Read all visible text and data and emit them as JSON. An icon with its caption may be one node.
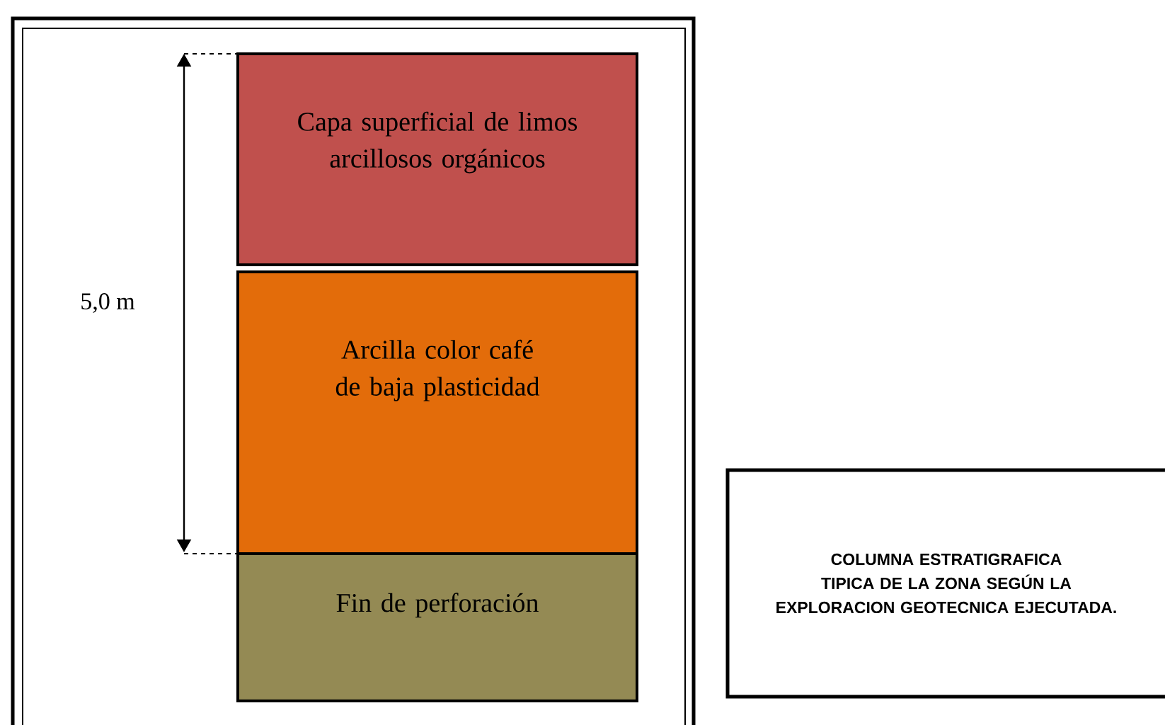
{
  "diagram": {
    "nodes": [
      {
        "text": [
          "Capa superficial de limos arcillosos orgánicos"
        ]
      },
      {
        "text": [
          "Arcilla color café de baja plasticidad"
        ]
      },
      {
        "text": [
          "Fin de perforación"
        ]
      },
      {
        "text": [
          "COLUMNA ESTRATIGRAFICA TIPICA DE LA ZONA SEGÚN LA EXPLORACION GEOTECNICA EJECUTADA."
        ]
      }
    ],
    "labels": [
      "5,0 m"
    ]
  }
}
